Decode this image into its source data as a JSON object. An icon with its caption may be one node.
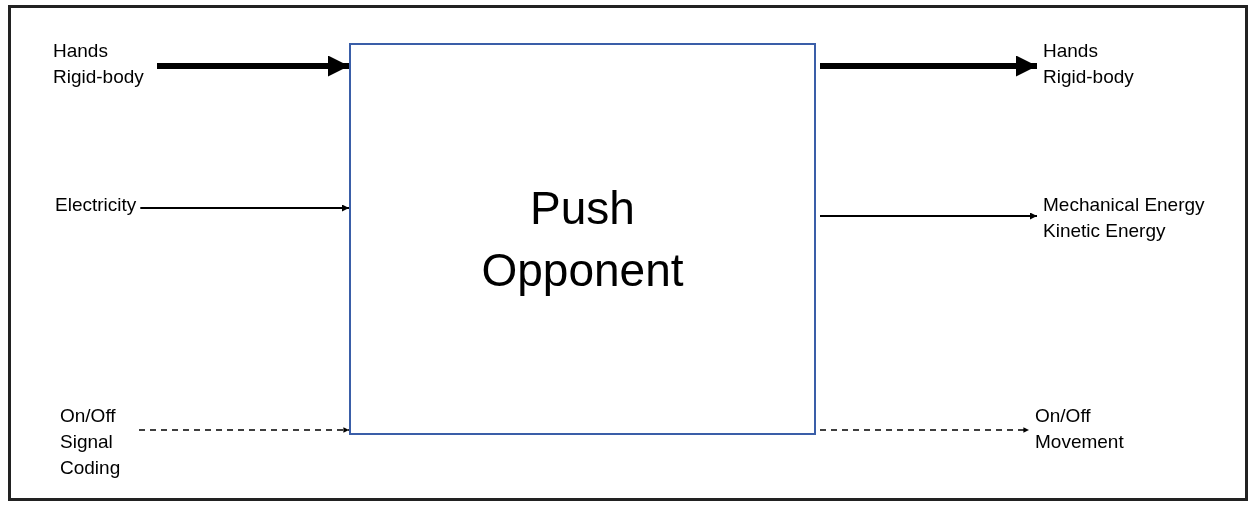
{
  "diagram": {
    "nodes": [
      {
        "text": [
          "Hands Rigid-body"
        ]
      },
      {
        "text": [
          "Electricity"
        ]
      },
      {
        "text": [
          "On/Off Signal Coding"
        ]
      },
      {
        "text": [
          "Push Opponent"
        ]
      },
      {
        "text": [
          "Hands Rigid-body"
        ]
      },
      {
        "text": [
          "Mechanical Energy Kinetic Energy"
        ]
      },
      {
        "text": [
          "On/Off Movement"
        ]
      }
    ],
    "edges": [
      {
        "from": 0,
        "to": 3,
        "arrow": "to",
        "style": "thick"
      },
      {
        "from": 1,
        "to": 3,
        "arrow": "to"
      },
      {
        "from": 2,
        "to": 3,
        "arrow": "to",
        "style": "dashed"
      },
      {
        "from": 3,
        "to": 4,
        "arrow": "to",
        "style": "thick"
      },
      {
        "from": 3,
        "to": 5,
        "arrow": "to"
      },
      {
        "from": 3,
        "to": 6,
        "arrow": "to",
        "style": "dashed"
      }
    ]
  }
}
